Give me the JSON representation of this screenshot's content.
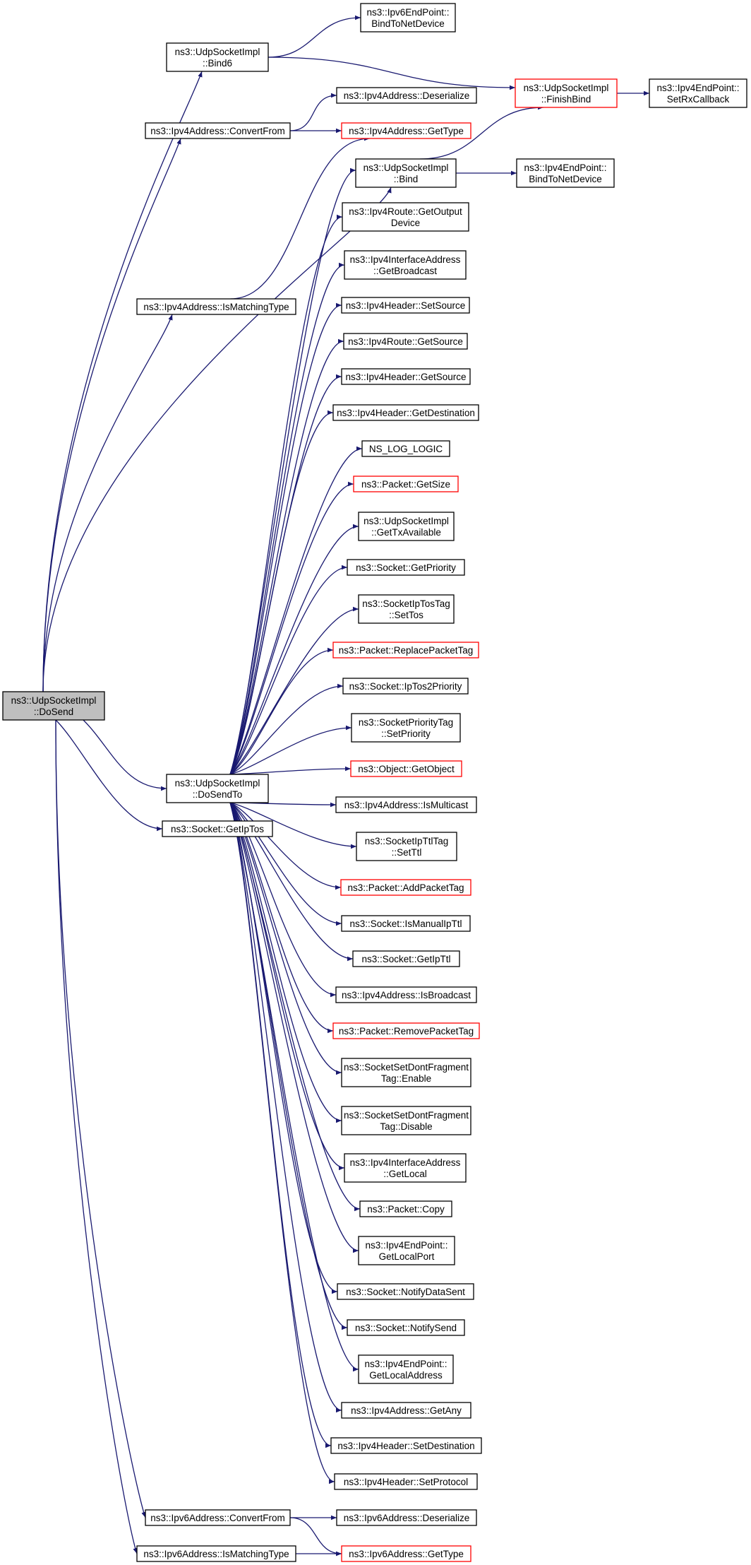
{
  "colors": {
    "edge": "#191970",
    "node_border": "#000000",
    "node_border_truncated": "#ff0000",
    "root_fill": "#bfbfbf",
    "node_fill": "#ffffff"
  },
  "nodes": [
    {
      "id": "dosend",
      "lines": [
        "ns3::UdpSocketImpl",
        "::DoSend"
      ],
      "root": true
    },
    {
      "id": "bind6",
      "lines": [
        "ns3::UdpSocketImpl",
        "::Bind6"
      ]
    },
    {
      "id": "ipv6ep_bind",
      "lines": [
        "ns3::Ipv6EndPoint::",
        "BindToNetDevice"
      ]
    },
    {
      "id": "finishbind",
      "lines": [
        "ns3::UdpSocketImpl",
        "::FinishBind"
      ],
      "truncated": true
    },
    {
      "id": "setrxcb",
      "lines": [
        "ns3::Ipv4EndPoint::",
        "SetRxCallback"
      ]
    },
    {
      "id": "v4convert",
      "lines": [
        "ns3::Ipv4Address::ConvertFrom"
      ]
    },
    {
      "id": "v4deser",
      "lines": [
        "ns3::Ipv4Address::Deserialize"
      ]
    },
    {
      "id": "v4gettype",
      "lines": [
        "ns3::Ipv4Address::GetType"
      ],
      "truncated": true
    },
    {
      "id": "bind",
      "lines": [
        "ns3::UdpSocketImpl",
        "::Bind"
      ]
    },
    {
      "id": "ipv4ep_bind",
      "lines": [
        "ns3::Ipv4EndPoint::",
        "BindToNetDevice"
      ]
    },
    {
      "id": "v4match",
      "lines": [
        "ns3::Ipv4Address::IsMatchingType"
      ]
    },
    {
      "id": "getoutdev",
      "lines": [
        "ns3::Ipv4Route::GetOutput",
        "Device"
      ]
    },
    {
      "id": "getbcast",
      "lines": [
        "ns3::Ipv4InterfaceAddress",
        "::GetBroadcast"
      ]
    },
    {
      "id": "hdr_setsrc",
      "lines": [
        "ns3::Ipv4Header::SetSource"
      ]
    },
    {
      "id": "route_getsrc",
      "lines": [
        "ns3::Ipv4Route::GetSource"
      ]
    },
    {
      "id": "hdr_getsrc",
      "lines": [
        "ns3::Ipv4Header::GetSource"
      ]
    },
    {
      "id": "hdr_getdst",
      "lines": [
        "ns3::Ipv4Header::GetDestination"
      ]
    },
    {
      "id": "nslog",
      "lines": [
        "NS_LOG_LOGIC"
      ]
    },
    {
      "id": "pkt_getsize",
      "lines": [
        "ns3::Packet::GetSize"
      ],
      "truncated": true
    },
    {
      "id": "gettxavail",
      "lines": [
        "ns3::UdpSocketImpl",
        "::GetTxAvailable"
      ]
    },
    {
      "id": "sock_getprio",
      "lines": [
        "ns3::Socket::GetPriority"
      ]
    },
    {
      "id": "iptos_settos",
      "lines": [
        "ns3::SocketIpTosTag",
        "::SetTos"
      ]
    },
    {
      "id": "pkt_replace",
      "lines": [
        "ns3::Packet::ReplacePacketTag"
      ],
      "truncated": true
    },
    {
      "id": "iptos2prio",
      "lines": [
        "ns3::Socket::IpTos2Priority"
      ]
    },
    {
      "id": "prio_setprio",
      "lines": [
        "ns3::SocketPriorityTag",
        "::SetPriority"
      ]
    },
    {
      "id": "obj_getobj",
      "lines": [
        "ns3::Object::GetObject"
      ],
      "truncated": true
    },
    {
      "id": "dosendto",
      "lines": [
        "ns3::UdpSocketImpl",
        "::DoSendTo"
      ]
    },
    {
      "id": "v4ismcast",
      "lines": [
        "ns3::Ipv4Address::IsMulticast"
      ]
    },
    {
      "id": "getiptos",
      "lines": [
        "ns3::Socket::GetIpTos"
      ]
    },
    {
      "id": "ipttl_setttl",
      "lines": [
        "ns3::SocketIpTtlTag",
        "::SetTtl"
      ]
    },
    {
      "id": "pkt_addtag",
      "lines": [
        "ns3::Packet::AddPacketTag"
      ],
      "truncated": true
    },
    {
      "id": "ismanualttl",
      "lines": [
        "ns3::Socket::IsManualIpTtl"
      ]
    },
    {
      "id": "getipttl",
      "lines": [
        "ns3::Socket::GetIpTtl"
      ]
    },
    {
      "id": "v4isbcast",
      "lines": [
        "ns3::Ipv4Address::IsBroadcast"
      ]
    },
    {
      "id": "pkt_removetag",
      "lines": [
        "ns3::Packet::RemovePacketTag"
      ],
      "truncated": true
    },
    {
      "id": "df_enable",
      "lines": [
        "ns3::SocketSetDontFragment",
        "Tag::Enable"
      ]
    },
    {
      "id": "df_disable",
      "lines": [
        "ns3::SocketSetDontFragment",
        "Tag::Disable"
      ]
    },
    {
      "id": "ifaddr_getlocal",
      "lines": [
        "ns3::Ipv4InterfaceAddress",
        "::GetLocal"
      ]
    },
    {
      "id": "pkt_copy",
      "lines": [
        "ns3::Packet::Copy"
      ]
    },
    {
      "id": "ep_getlocalport",
      "lines": [
        "ns3::Ipv4EndPoint::",
        "GetLocalPort"
      ]
    },
    {
      "id": "notify_datasent",
      "lines": [
        "ns3::Socket::NotifyDataSent"
      ]
    },
    {
      "id": "notify_send",
      "lines": [
        "ns3::Socket::NotifySend"
      ]
    },
    {
      "id": "ep_getlocaladdr",
      "lines": [
        "ns3::Ipv4EndPoint::",
        "GetLocalAddress"
      ]
    },
    {
      "id": "v4getany",
      "lines": [
        "ns3::Ipv4Address::GetAny"
      ]
    },
    {
      "id": "hdr_setdst",
      "lines": [
        "ns3::Ipv4Header::SetDestination"
      ]
    },
    {
      "id": "hdr_setproto",
      "lines": [
        "ns3::Ipv4Header::SetProtocol"
      ]
    },
    {
      "id": "v6convert",
      "lines": [
        "ns3::Ipv6Address::ConvertFrom"
      ]
    },
    {
      "id": "v6deser",
      "lines": [
        "ns3::Ipv6Address::Deserialize"
      ]
    },
    {
      "id": "v6match",
      "lines": [
        "ns3::Ipv6Address::IsMatchingType"
      ]
    },
    {
      "id": "v6gettype",
      "lines": [
        "ns3::Ipv6Address::GetType"
      ],
      "truncated": true
    }
  ],
  "edges": [
    [
      "dosend",
      "bind6"
    ],
    [
      "dosend",
      "v4convert"
    ],
    [
      "dosend",
      "v4match"
    ],
    [
      "dosend",
      "bind"
    ],
    [
      "dosend",
      "dosendto"
    ],
    [
      "dosend",
      "getiptos"
    ],
    [
      "dosend",
      "v6convert"
    ],
    [
      "dosend",
      "v6match"
    ],
    [
      "bind6",
      "ipv6ep_bind"
    ],
    [
      "bind6",
      "finishbind"
    ],
    [
      "finishbind",
      "setrxcb"
    ],
    [
      "v4convert",
      "v4deser"
    ],
    [
      "v4convert",
      "v4gettype"
    ],
    [
      "v4match",
      "v4gettype"
    ],
    [
      "bind",
      "finishbind"
    ],
    [
      "bind",
      "ipv4ep_bind"
    ],
    [
      "dosendto",
      "bind"
    ],
    [
      "dosendto",
      "getoutdev"
    ],
    [
      "dosendto",
      "getbcast"
    ],
    [
      "dosendto",
      "hdr_setsrc"
    ],
    [
      "dosendto",
      "route_getsrc"
    ],
    [
      "dosendto",
      "hdr_getsrc"
    ],
    [
      "dosendto",
      "hdr_getdst"
    ],
    [
      "dosendto",
      "nslog"
    ],
    [
      "dosendto",
      "pkt_getsize"
    ],
    [
      "dosendto",
      "gettxavail"
    ],
    [
      "dosendto",
      "sock_getprio"
    ],
    [
      "dosendto",
      "iptos_settos"
    ],
    [
      "dosendto",
      "pkt_replace"
    ],
    [
      "dosendto",
      "iptos2prio"
    ],
    [
      "dosendto",
      "prio_setprio"
    ],
    [
      "dosendto",
      "obj_getobj"
    ],
    [
      "dosendto",
      "v4ismcast"
    ],
    [
      "dosendto",
      "ipttl_setttl"
    ],
    [
      "dosendto",
      "pkt_addtag"
    ],
    [
      "dosendto",
      "ismanualttl"
    ],
    [
      "dosendto",
      "getipttl"
    ],
    [
      "dosendto",
      "v4isbcast"
    ],
    [
      "dosendto",
      "pkt_removetag"
    ],
    [
      "dosendto",
      "df_enable"
    ],
    [
      "dosendto",
      "df_disable"
    ],
    [
      "dosendto",
      "ifaddr_getlocal"
    ],
    [
      "dosendto",
      "pkt_copy"
    ],
    [
      "dosendto",
      "ep_getlocalport"
    ],
    [
      "dosendto",
      "notify_datasent"
    ],
    [
      "dosendto",
      "notify_send"
    ],
    [
      "dosendto",
      "ep_getlocaladdr"
    ],
    [
      "dosendto",
      "v4getany"
    ],
    [
      "dosendto",
      "hdr_setdst"
    ],
    [
      "dosendto",
      "hdr_setproto"
    ],
    [
      "v6convert",
      "v6deser"
    ],
    [
      "v6convert",
      "v6gettype"
    ],
    [
      "v6match",
      "v6gettype"
    ]
  ]
}
